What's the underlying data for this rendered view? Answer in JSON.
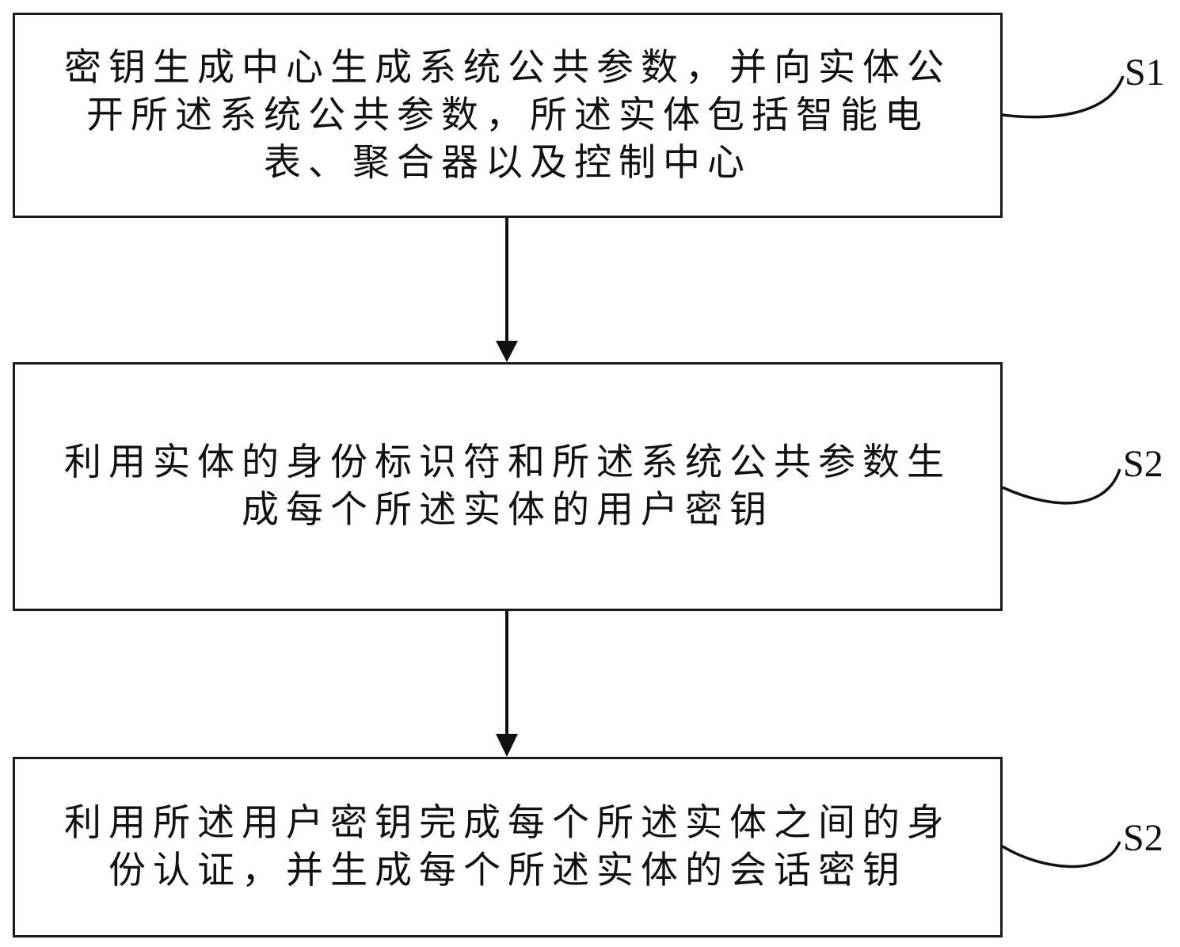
{
  "diagram": {
    "type": "flowchart",
    "steps": [
      {
        "id": "S1",
        "label": "S1",
        "text": "密钥生成中心生成系统公共参数，并向实体公开所述系统公共参数，所述实体包括智能电表、聚合器以及控制中心"
      },
      {
        "id": "S2",
        "label": "S2",
        "text": "利用实体的身份标识符和所述系统公共参数生成每个所述实体的用户密钥"
      },
      {
        "id": "S3",
        "label": "S2",
        "text": "利用所述用户密钥完成每个所述实体之间的身份认证，并生成每个所述实体的会话密钥"
      }
    ],
    "edges": [
      {
        "from": "S1",
        "to": "S2"
      },
      {
        "from": "S2",
        "to": "S3"
      }
    ],
    "colors": {
      "stroke": "#1a1a1a",
      "background": "#ffffff"
    }
  }
}
